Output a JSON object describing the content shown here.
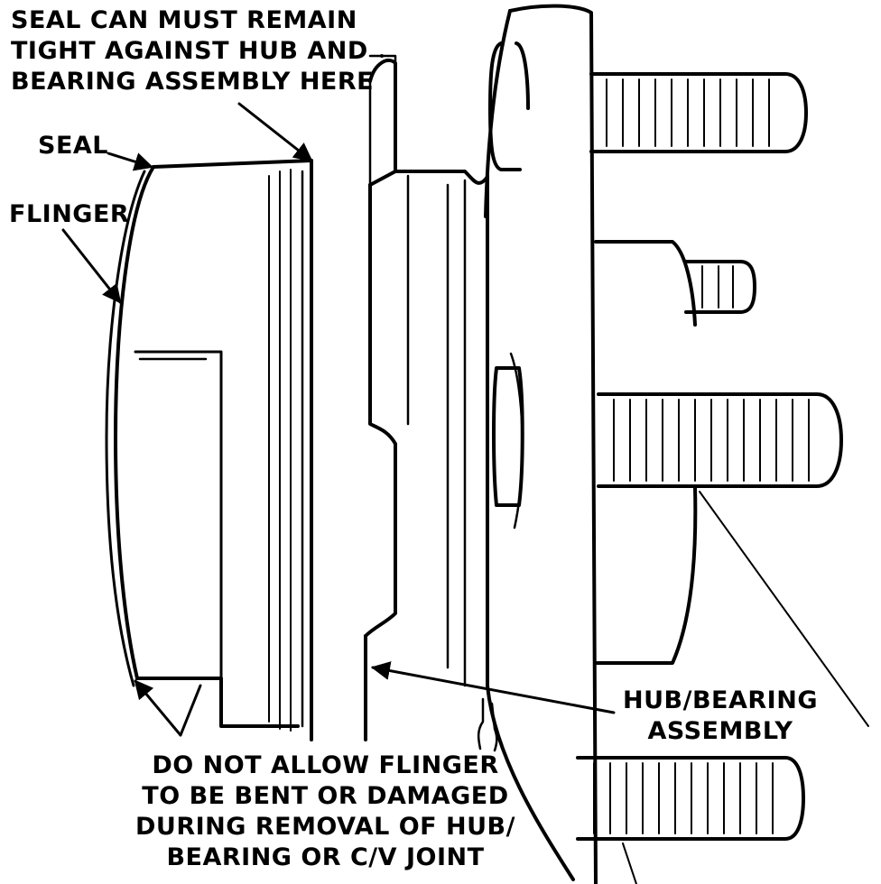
{
  "labels": {
    "seal_can": [
      "SEAL CAN MUST REMAIN",
      "TIGHT AGAINST HUB AND",
      "BEARING ASSEMBLY HERE"
    ],
    "seal": "SEAL",
    "flinger": "FLINGER",
    "hub_bearing": [
      "HUB/BEARING",
      "ASSEMBLY"
    ],
    "warning": [
      "DO NOT ALLOW FLINGER",
      "TO BE BENT OR DAMAGED",
      "DURING REMOVAL OF HUB/",
      "BEARING OR C/V JOINT"
    ]
  }
}
